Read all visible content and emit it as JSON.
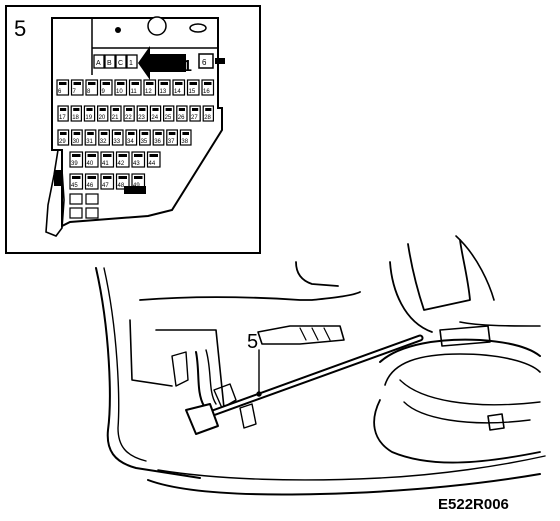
{
  "inset": {
    "number": "5",
    "callout": "1",
    "relay_row": [
      "A",
      "B",
      "C",
      "1"
    ],
    "side_mark": "6",
    "fuse_rows": [
      [
        "6",
        "7",
        "8",
        "9",
        "10",
        "11",
        "12",
        "13",
        "14",
        "15",
        "16"
      ],
      [
        "17",
        "18",
        "19",
        "20",
        "21",
        "22",
        "23",
        "24",
        "25",
        "26",
        "27",
        "28"
      ],
      [
        "29",
        "30",
        "31",
        "32",
        "33",
        "34",
        "35",
        "36",
        "37",
        "38"
      ],
      [
        "39",
        "40",
        "41",
        "42",
        "43",
        "44"
      ],
      [
        "45",
        "46",
        "47",
        "48",
        "49"
      ]
    ]
  },
  "main": {
    "callout": "5"
  },
  "figure_code": "E522R006",
  "colors": {
    "ink": "#000000",
    "paper": "#ffffff"
  }
}
